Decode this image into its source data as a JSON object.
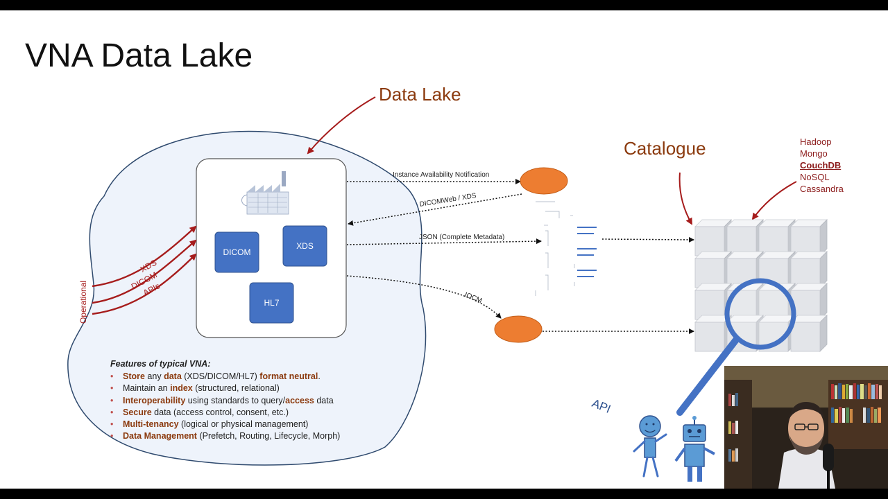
{
  "slide": {
    "title": "VNA Data Lake",
    "data_lake_label": "Data Lake",
    "catalogue_label": "Catalogue",
    "databases": [
      "Hadoop",
      "Mongo",
      "CouchDB",
      "NoSQL",
      "Cassandra"
    ],
    "boxes": {
      "dicom": "DICOM",
      "xds": "XDS",
      "hl7": "HL7"
    },
    "inputs": {
      "group_label": "Operational",
      "xds": "XDS",
      "dicom": "DICOM",
      "apis": "APIs"
    },
    "flows": {
      "ian": "Instance Availability Notification",
      "dicomweb": "DICOMWeb / XDS",
      "json": "JSON (Complete Metadata)",
      "iocm": "IOCM"
    },
    "api_label": "API",
    "features": {
      "heading": "Features of typical VNA:",
      "items": [
        {
          "strong": "Store",
          "mid1": " any ",
          "strong2": "data",
          "mid2": " (XDS/DICOM/HL7) ",
          "strong3": "format neutral",
          "rest": "."
        },
        {
          "pre": "Maintain an ",
          "strong": "index",
          "rest": " (structured, relational)"
        },
        {
          "strong": "Interoperability",
          "mid": " using standards to query/",
          "strong2": "access",
          "rest": " data"
        },
        {
          "strong": "Secure",
          "rest": " data (access control, consent, etc.)"
        },
        {
          "strong": "Multi-tenancy",
          "rest": " (logical or physical management)"
        },
        {
          "strong": "Data Management",
          "rest": " (Prefetch, Routing, Lifecycle, Morph)"
        }
      ]
    }
  },
  "colors": {
    "accent_red": "#a61c1c",
    "label_brown": "#8b3a0e",
    "box_blue": "#4472c4",
    "node_orange": "#ed7d31",
    "lake_fill": "#eef3fb",
    "magnifier_blue": "#4472c4"
  }
}
